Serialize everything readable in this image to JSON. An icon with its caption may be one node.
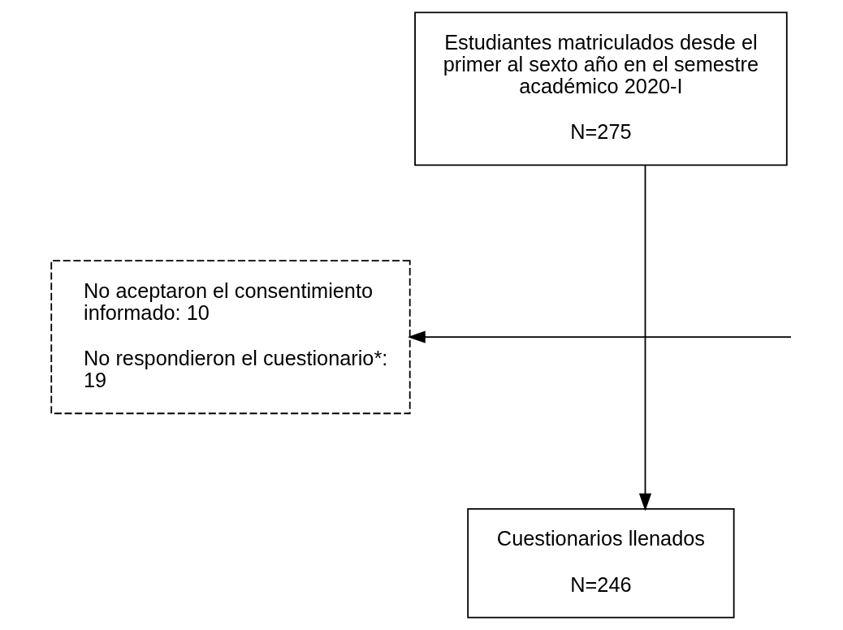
{
  "diagram": {
    "nodes": [
      {
        "text": [
          "Estudiantes matriculados desde el primer al sexto año en el semestre académico 2020-I",
          "N=275"
        ]
      },
      {
        "text": [
          "No aceptaron el consentimiento informado: 10",
          "No respondieron el cuestionario*: 19"
        ]
      },
      {
        "text": [
          "Cuestionarios llenados",
          "N=246"
        ]
      }
    ],
    "edges": [
      {
        "from": 0,
        "to": 2,
        "arrow": "to"
      },
      {
        "from": null,
        "to": 1,
        "arrow": "to"
      }
    ]
  }
}
